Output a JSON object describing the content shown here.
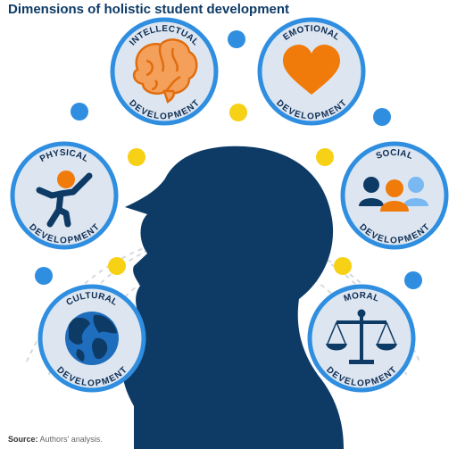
{
  "title": "Dimensions of holistic student development",
  "source_label": "Source:",
  "source_text": "Authors' analysis.",
  "colors": {
    "navy": "#0d3b66",
    "circle_fill": "#dde6f0",
    "ring": "#2f8ee0",
    "dot_blue": "#2f8ee0",
    "dot_yellow": "#f7d115",
    "orange": "#f07a0a",
    "light_blue": "#7ab8f2"
  },
  "dimensions": {
    "intellectual": {
      "top": "INTELLECTUAL",
      "bottom": "DEVELOPMENT",
      "icon": "brain-icon"
    },
    "emotional": {
      "top": "EMOTIONAL",
      "bottom": "DEVELOPMENT",
      "icon": "heart-icon"
    },
    "physical": {
      "top": "PHYSICAL",
      "bottom": "DEVELOPMENT",
      "icon": "person-jumping-icon"
    },
    "social": {
      "top": "SOCIAL",
      "bottom": "DEVELOPMENT",
      "icon": "people-group-icon"
    },
    "cultural": {
      "top": "CULTURAL",
      "bottom": "DEVELOPMENT",
      "icon": "globe-icon"
    },
    "moral": {
      "top": "MORAL",
      "bottom": "DEVELOPMENT",
      "icon": "scales-icon"
    }
  }
}
